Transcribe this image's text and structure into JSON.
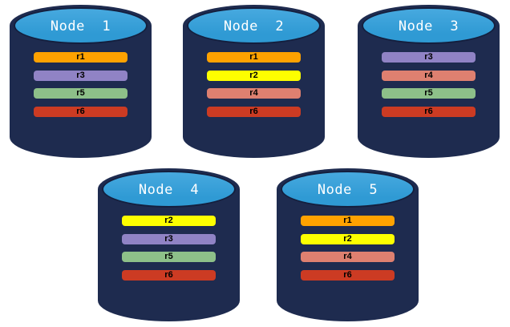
{
  "palette": {
    "page_background": "#FFFFFF",
    "node_body": "#1E2B4F",
    "node_outline": "#141F3E",
    "node_top": "#2F9AD4",
    "node_top_light": "#47A9DF",
    "bar_text": "#000000",
    "node_title_color": "#FFFFFF"
  },
  "replica_colors": {
    "r1": "#FFA200",
    "r2": "#FDFF00",
    "r3": "#9083C5",
    "r4": "#DE8070",
    "r5": "#8DC089",
    "r6": "#CC3B23"
  },
  "nodes": [
    {
      "label": "Node  1",
      "replicas": [
        "r1",
        "r3",
        "r5",
        "r6"
      ]
    },
    {
      "label": "Node  2",
      "replicas": [
        "r1",
        "r2",
        "r4",
        "r6"
      ]
    },
    {
      "label": "Node  3",
      "replicas": [
        "r3",
        "r4",
        "r5",
        "r6"
      ]
    },
    {
      "label": "Node  4",
      "replicas": [
        "r2",
        "r3",
        "r5",
        "r6"
      ]
    },
    {
      "label": "Node  5",
      "replicas": [
        "r1",
        "r2",
        "r4",
        "r6"
      ]
    }
  ]
}
